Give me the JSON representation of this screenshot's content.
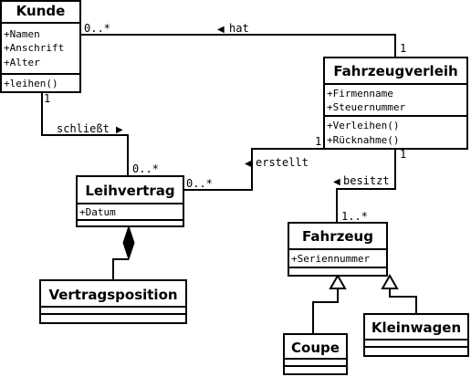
{
  "classes": {
    "kunde": {
      "name": "Kunde",
      "attributes": [
        "+Namen",
        "+Anschrift",
        "+Alter"
      ],
      "operations": [
        "+leihen()"
      ]
    },
    "fahrzeugverleih": {
      "name": "Fahrzeugverleih",
      "attributes": [
        "+Firmenname",
        "+Steuernummer"
      ],
      "operations": [
        "+Verleihen()",
        "+Rücknahme()"
      ]
    },
    "leihvertrag": {
      "name": "Leihvertrag",
      "attributes": [
        "+Datum"
      ],
      "operations": []
    },
    "vertragsposition": {
      "name": "Vertragsposition",
      "attributes": [],
      "operations": []
    },
    "fahrzeug": {
      "name": "Fahrzeug",
      "attributes": [
        "+Seriennummer"
      ],
      "operations": []
    },
    "coupe": {
      "name": "Coupe",
      "attributes": [],
      "operations": []
    },
    "kleinwagen": {
      "name": "Kleinwagen",
      "attributes": [],
      "operations": []
    }
  },
  "associations": {
    "hat": {
      "label": "hat",
      "arrow": "◀",
      "mult_kunde": "0..*",
      "mult_verleih": "1"
    },
    "schliesst": {
      "label": "schließt",
      "arrow": "▶",
      "mult_kunde": "1",
      "mult_vertrag": "0..*"
    },
    "erstellt": {
      "label": "erstellt",
      "arrow": "◀",
      "mult_vertrag": "0..*",
      "mult_verleih": "1"
    },
    "besitzt": {
      "label": "besitzt",
      "arrow": "◀",
      "mult_verleih": "1",
      "mult_fahrzeug": "1..*"
    }
  }
}
